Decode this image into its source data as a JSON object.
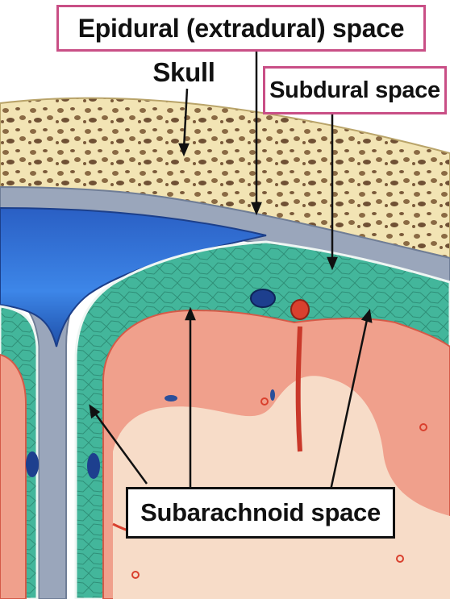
{
  "labels": {
    "epidural": "Epidural (extradural)  space",
    "skull": "Skull",
    "subdural": "Subdural space",
    "subarachnoid": "Subarachnoid space"
  },
  "colors": {
    "label_box_pink": "#c94f86",
    "label_box_dark": "#111111",
    "bone": "#f3e6b8",
    "bone_pores": "#7a5a3a",
    "dura": "#8f9db3",
    "venous_sinus": "#2f6fd6",
    "subarachnoid": "#3fb59a",
    "cortex": "#f1a08e",
    "white_matter": "#f7dcc6",
    "artery": "#d9402e"
  }
}
